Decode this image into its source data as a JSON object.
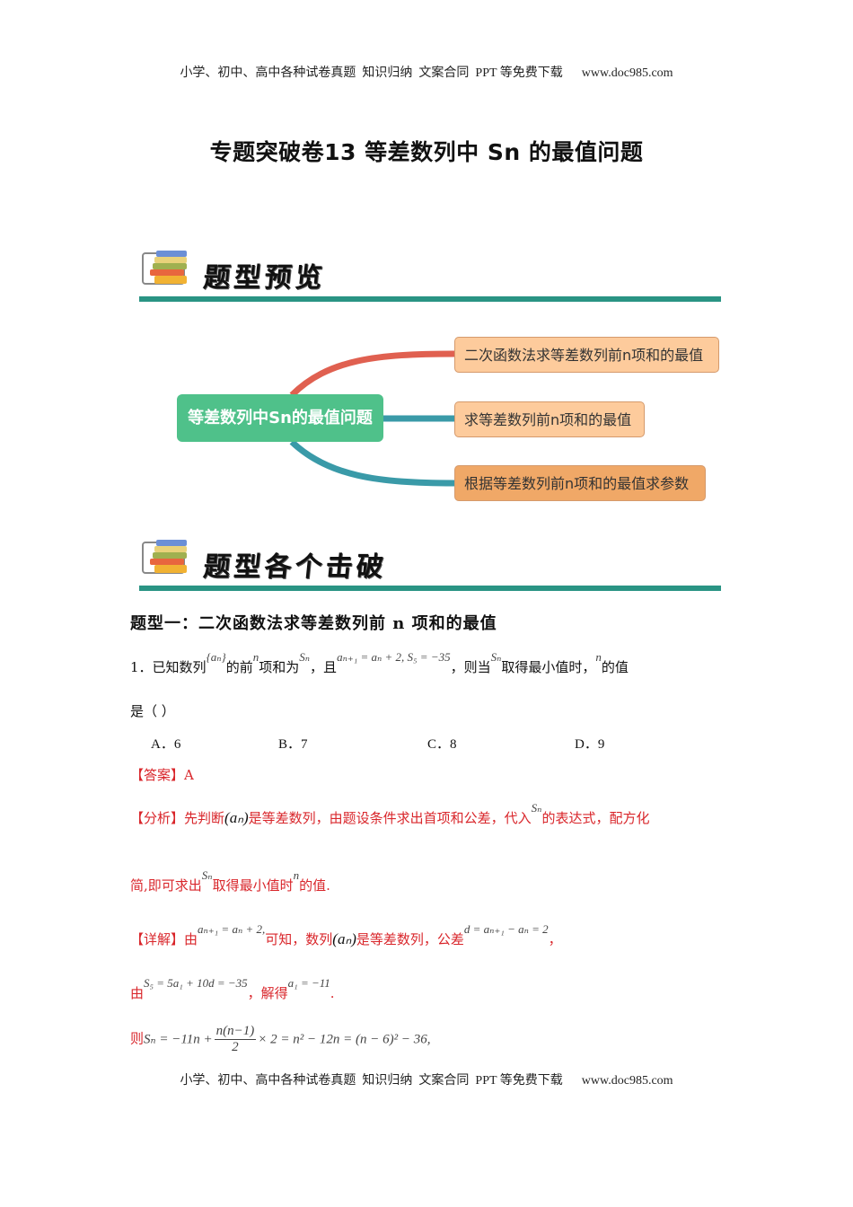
{
  "header": {
    "text": "小学、初中、高中各种试卷真题  知识归纳  文案合同  PPT 等免费下载      www.doc985.com"
  },
  "footer": {
    "text": "小学、初中、高中各种试卷真题  知识归纳  文案合同  PPT 等免费下载      www.doc985.com"
  },
  "title": "专题突破卷13  等差数列中 Sn 的最值问题",
  "section_preview": {
    "label": "题型预览"
  },
  "section_breakdown": {
    "label": "题型各个击破"
  },
  "mindmap": {
    "root": "等差数列中Sn的最值问题",
    "branches": [
      {
        "label": "二次函数法求等差数列前n项和的最值",
        "color": "#e06050"
      },
      {
        "label": "求等差数列前n项和的最值",
        "color": "#3a9aa8"
      },
      {
        "label": "根据等差数列前n项和的最值求参数",
        "color": "#3a9aa8"
      }
    ]
  },
  "type1": {
    "heading": "题型一：二次函数法求等差数列前 n 项和的最值"
  },
  "question1": {
    "number": "1．",
    "p1": "已知数列",
    "seq": "{aₙ}",
    "p2": "的前",
    "n": "n",
    "p3": "项和为",
    "Sn": "Sₙ",
    "p4": "，且",
    "cond": "aₙ₊₁ = aₙ + 2, S₅ = −35",
    "p5": "，则当",
    "p6": "取得最小值时，",
    "p7": "的值",
    "line2": "是（    ）",
    "options": [
      "A．6",
      "B．7",
      "C．8",
      "D．9"
    ]
  },
  "answer": {
    "label": "【答案】",
    "value": "A"
  },
  "analysis": {
    "label": "【分析】",
    "t1": "先判断",
    "an": "aₙ",
    "t2": "是等差数列，由题设条件求出首项和公差，代入",
    "t3": "的表达式，配方化",
    "t4": "简,即可求出",
    "t5": "取得最小值时",
    "t6": "的值."
  },
  "detail": {
    "label": "【详解】",
    "t1": "由",
    "eq1": "aₙ₊₁ = aₙ + 2,",
    "t2": "可知，数列",
    "t3": "是等差数列，公差",
    "eq2": "d = aₙ₊₁ − aₙ = 2",
    "t4": "，",
    "t5": "由",
    "eq3": "S₅ = 5a₁ + 10d = −35",
    "t6": "，解得",
    "eq4": "a₁ = −11",
    "t7": ".",
    "t8": "则",
    "eq5a": "Sₙ = −11n +",
    "frac_num": "n(n−1)",
    "frac_den": "2",
    "eq5b": "× 2 = n² − 12n = (n − 6)² − 36,"
  }
}
